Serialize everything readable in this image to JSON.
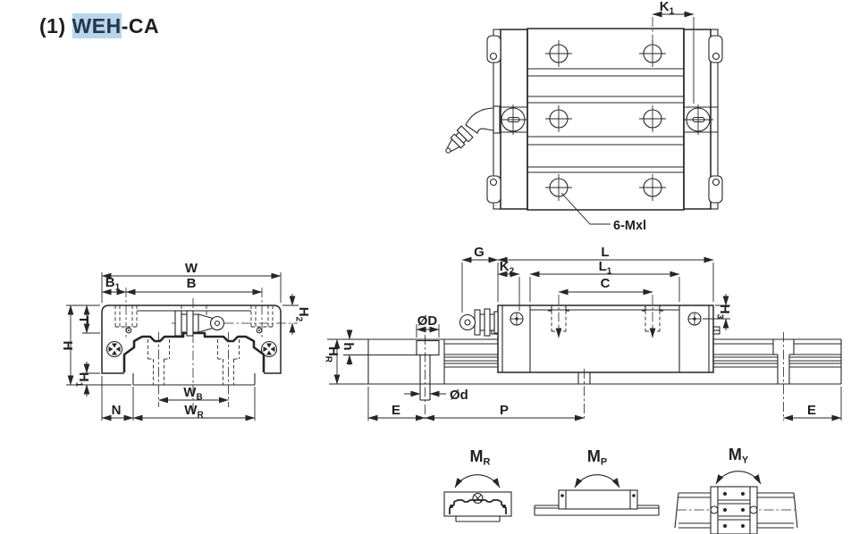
{
  "title": {
    "prefix": "(1)",
    "highlight": "WEH",
    "suffix": "-CA"
  },
  "colors": {
    "background": "#ffffff",
    "line": "#262626",
    "text": "#1f1f1f",
    "highlight_bg": "#b7d5eb",
    "highlight_text": "#26364a"
  },
  "top_view": {
    "k1": {
      "base": "K",
      "sub": "1"
    },
    "thread_note": "6-Mxl"
  },
  "front_view": {
    "w": "W",
    "b": "B",
    "b1": {
      "base": "B",
      "sub": "1"
    },
    "t": "T",
    "h": "H",
    "h1": {
      "base": "H",
      "sub": "1"
    },
    "h2": {
      "base": "H",
      "sub": "2"
    },
    "wb": {
      "base": "W",
      "sub": "B"
    },
    "wr": {
      "base": "W",
      "sub": "R"
    },
    "n": "N"
  },
  "side_view": {
    "g": "G",
    "l": "L",
    "l1": {
      "base": "L",
      "sub": "1"
    },
    "k2": {
      "base": "K",
      "sub": "2"
    },
    "c": "C",
    "h3": {
      "base": "H",
      "sub": "3"
    },
    "dia_D": "ØD",
    "dia_d": "Ød",
    "h_bolt": "h",
    "hr": {
      "base": "H",
      "sub": "R"
    },
    "e_left": "E",
    "p": "P",
    "e_right": "E"
  },
  "moment_diagrams": {
    "roll": {
      "base": "M",
      "sub": "R"
    },
    "pitch": {
      "base": "M",
      "sub": "P"
    },
    "yaw": {
      "base": "M",
      "sub": "Y"
    }
  }
}
